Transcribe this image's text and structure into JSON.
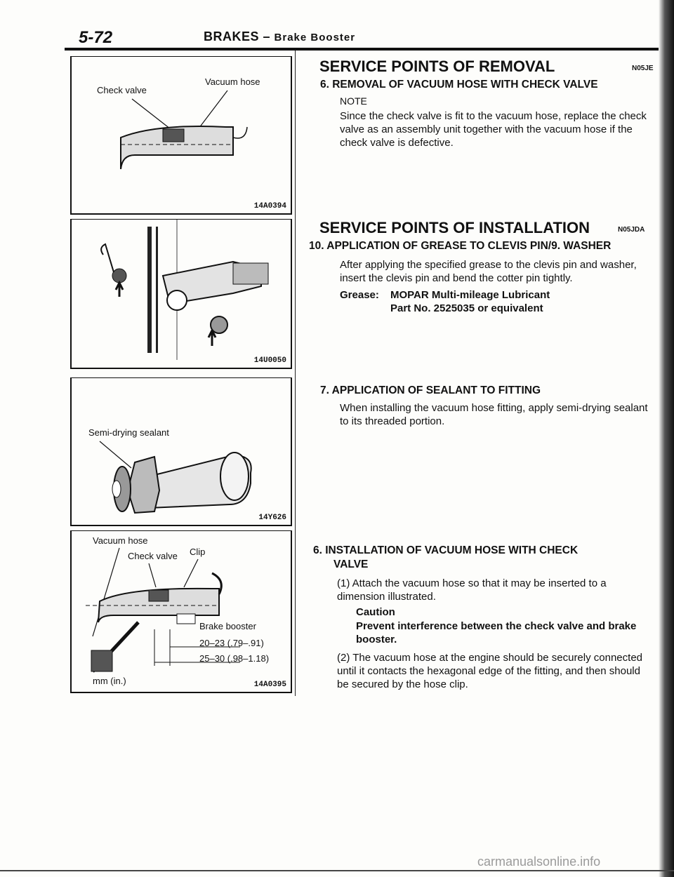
{
  "header": {
    "page_number": "5-72",
    "section": "BRAKES –",
    "subsection": "Brake Booster"
  },
  "figures": [
    {
      "code": "14A0394",
      "labels": {
        "check_valve": "Check valve",
        "vacuum_hose": "Vacuum hose"
      }
    },
    {
      "code": "14U0050"
    },
    {
      "code": "14Y626",
      "labels": {
        "sealant": "Semi-drying sealant"
      }
    },
    {
      "code": "14A0395",
      "labels": {
        "vacuum_hose": "Vacuum hose",
        "check_valve": "Check valve",
        "clip": "Clip",
        "brake_booster": "Brake booster",
        "dim1": "20–23 (.79–.91)",
        "dim2": "25–30 (.98–1.18)",
        "units": "mm (in.)"
      }
    }
  ],
  "removal": {
    "heading": "SERVICE POINTS OF REMOVAL",
    "tag": "N05JE",
    "item_heading": "6. REMOVAL OF VACUUM HOSE WITH CHECK VALVE",
    "note_label": "NOTE",
    "note_text": "Since the check valve is fit to the vacuum hose, replace the check valve as an assembly unit together with the vacuum hose if the check valve is defective."
  },
  "installation": {
    "heading": "SERVICE POINTS OF INSTALLATION",
    "tag": "N05JDA",
    "item10_heading": "10. APPLICATION OF GREASE TO CLEVIS PIN/9. WASHER",
    "item10_text": "After applying the specified grease to the clevis pin and washer, insert the clevis pin and bend the cotter pin tightly.",
    "grease_label": "Grease:",
    "grease_line1": "MOPAR Multi-mileage Lubricant",
    "grease_line2": "Part No. 2525035 or equivalent",
    "item7_heading": "7. APPLICATION OF SEALANT TO FITTING",
    "item7_text": "When installing the vacuum hose fitting, apply semi-drying sealant to its threaded portion.",
    "item6_heading_line1": "6. INSTALLATION OF VACUUM HOSE WITH CHECK",
    "item6_heading_line2": "VALVE",
    "step1_text": "(1) Attach the vacuum hose so that it may be inserted to a dimension illustrated.",
    "caution_label": "Caution",
    "caution_text": "Prevent interference between the check valve and brake booster.",
    "step2_text": "(2) The vacuum hose at the engine should be securely connected until it contacts the hexagonal edge of the fitting, and then should be secured by the hose clip."
  },
  "watermark": "carmanualsonline.info"
}
